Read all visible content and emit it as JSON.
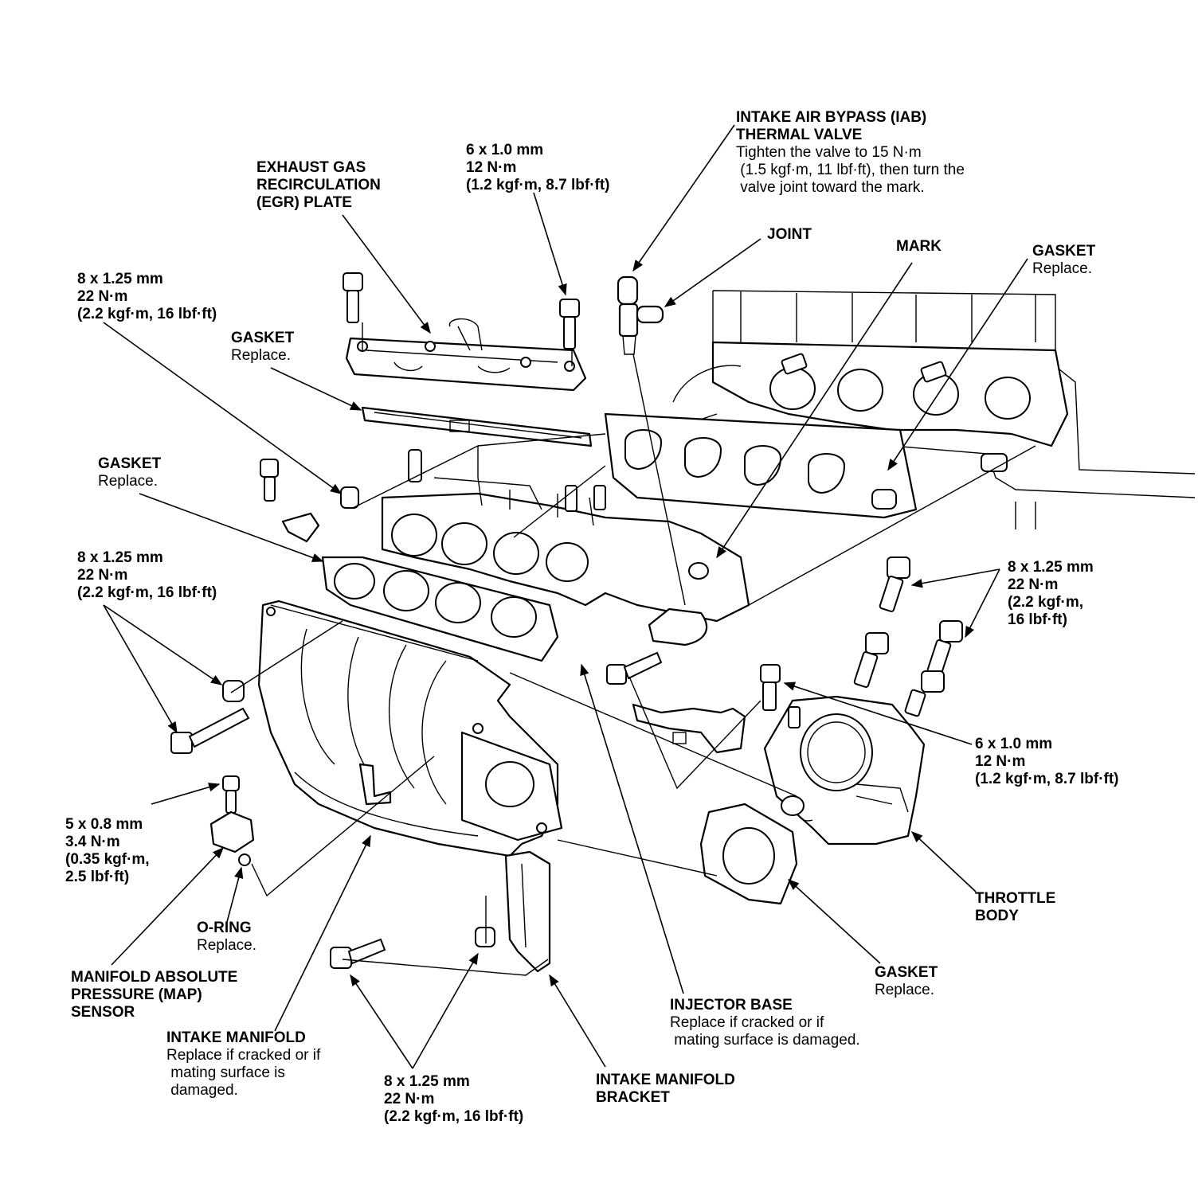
{
  "callouts": {
    "iab_valve": {
      "title": "INTAKE AIR BYPASS (IAB)\nTHERMAL VALVE",
      "note": "Tighten the valve to 15 N·m\n (1.5 kgf·m, 11 lbf·ft), then turn the\n valve joint toward the mark."
    },
    "egr_bolt": {
      "title": "6 x 1.0 mm\n12 N·m\n(1.2 kgf·m, 8.7 lbf·ft)",
      "note": ""
    },
    "egr_plate": {
      "title": "EXHAUST GAS\nRECIRCULATION\n(EGR) PLATE",
      "note": ""
    },
    "joint": {
      "title": "JOINT",
      "note": ""
    },
    "mark": {
      "title": "MARK",
      "note": ""
    },
    "gasket_head": {
      "title": "GASKET",
      "note": "Replace."
    },
    "nut_top_left": {
      "title": "8 x 1.25 mm\n22 N·m\n(2.2 kgf·m, 16 lbf·ft)",
      "note": ""
    },
    "gasket_egr": {
      "title": "GASKET",
      "note": "Replace."
    },
    "gasket_injector": {
      "title": "GASKET",
      "note": "Replace."
    },
    "bolt_mid_left": {
      "title": "8 x 1.25 mm\n22 N·m\n(2.2 kgf·m, 16 lbf·ft)",
      "note": ""
    },
    "throttle_bolts": {
      "title": "8 x 1.25 mm\n22 N·m\n(2.2 kgf·m,\n16 lbf·ft)",
      "note": ""
    },
    "throttle_bracket_bolt": {
      "title": "6 x 1.0 mm\n12 N·m\n(1.2 kgf·m, 8.7 lbf·ft)",
      "note": ""
    },
    "map_bolt": {
      "title": "5 x 0.8 mm\n3.4 N·m\n(0.35 kgf·m,\n2.5 lbf·ft)",
      "note": ""
    },
    "throttle_body": {
      "title": "THROTTLE\nBODY",
      "note": ""
    },
    "o_ring": {
      "title": "O-RING",
      "note": "Replace."
    },
    "map_sensor": {
      "title": "MANIFOLD ABSOLUTE\nPRESSURE (MAP)\nSENSOR",
      "note": ""
    },
    "gasket_throttle": {
      "title": "GASKET",
      "note": "Replace."
    },
    "injector_base": {
      "title": "INJECTOR BASE",
      "note": "Replace if cracked or if\n mating surface is damaged."
    },
    "intake_manifold": {
      "title": "INTAKE MANIFOLD",
      "note": "Replace if cracked or if\n mating surface is\n damaged."
    },
    "bracket_bolts": {
      "title": "8 x 1.25 mm\n22 N·m\n(2.2 kgf·m, 16 lbf·ft)",
      "note": ""
    },
    "manifold_bracket": {
      "title": "INTAKE MANIFOLD\nBRACKET",
      "note": ""
    }
  }
}
